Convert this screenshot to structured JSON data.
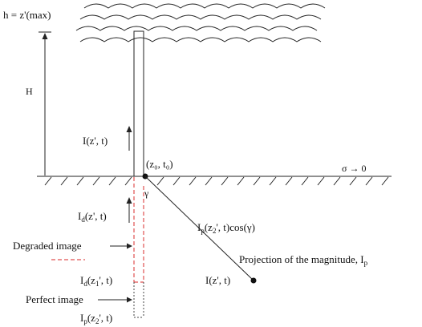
{
  "labels": {
    "top_height": "h = z'(max)",
    "height_marker": "H",
    "current_channel": "I(z', t)",
    "origin_point": "(z₀, t₀)",
    "ground_condition": "σ → 0",
    "angle": "γ",
    "degraded_current_prefix": "I",
    "degraded_current_sub": "d",
    "degraded_current_suffix": "(z', t)",
    "projected_current_prefix": "I",
    "projected_current_sub": "p",
    "projected_current_mid": "(z",
    "projected_current_sub2": "2",
    "projected_current_suffix": "', t)cos(γ)",
    "degraded_image": "Degraded image",
    "projection_note_prefix": "Projection of the magnitude, I",
    "projection_note_sub": "p",
    "image_current_1_prefix": "I",
    "image_current_1_sub": "d",
    "image_current_1_mid": "(z",
    "image_current_1_sub2": "1",
    "image_current_1_suffix": "', t)",
    "perfect_image": "Perfect image",
    "image_current_2_prefix": "I",
    "image_current_2_sub": "p",
    "image_current_2_mid": "(z",
    "image_current_2_sub2": "2",
    "image_current_2_suffix": "', t)",
    "observer_current": "I(z', t)"
  },
  "colors": {
    "line": "#111111",
    "degraded_dash": "#e05050",
    "perfect_dash": "#444444"
  }
}
